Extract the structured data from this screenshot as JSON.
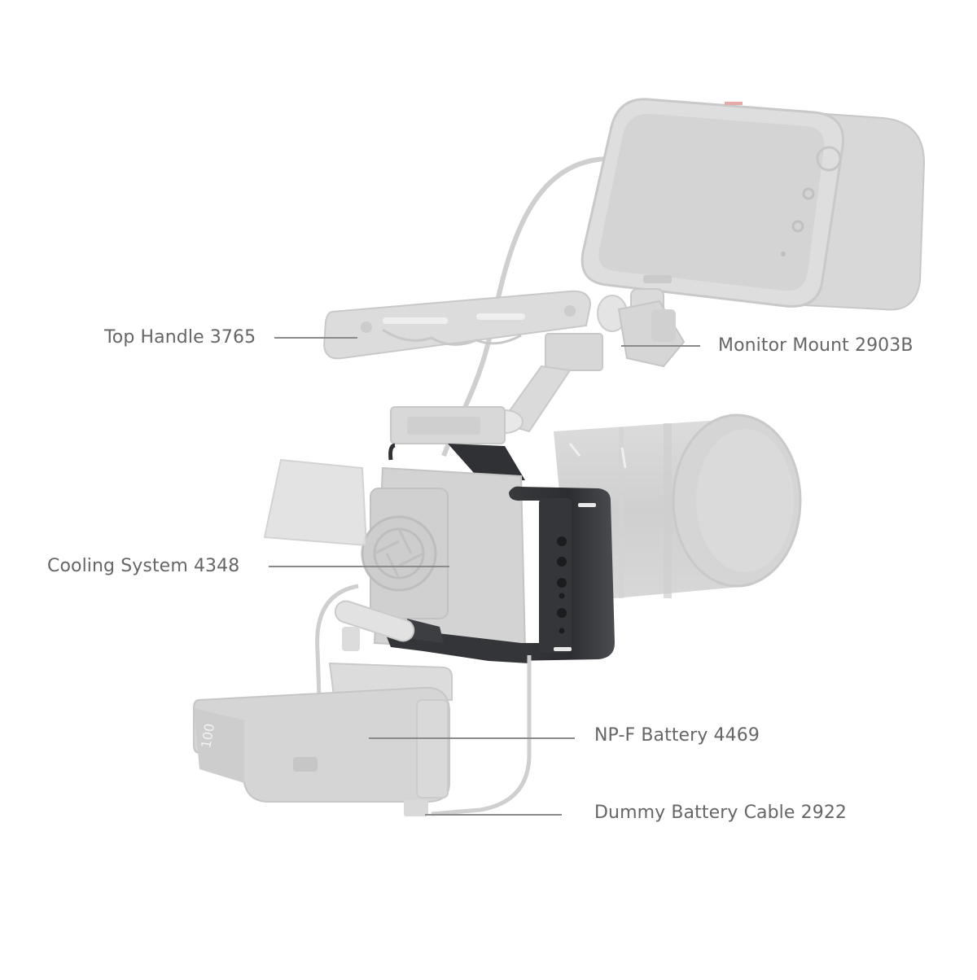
{
  "diagram": {
    "type": "product-accessory-callout",
    "subject": "Camera cage with accessories",
    "colors": {
      "background": "#ffffff",
      "label_text": "#666666",
      "leader_line": "#8a8a8a",
      "ghost_part": "#d9d9d9",
      "ghost_edge": "#c4c4c4",
      "cage": "#2e3033",
      "monitor_accent": "#e05050"
    },
    "callouts": [
      {
        "id": "top-handle",
        "label": "Top Handle 3765",
        "side": "left"
      },
      {
        "id": "monitor-mount",
        "label": "Monitor Mount 2903B",
        "side": "right"
      },
      {
        "id": "cooling-system",
        "label": "Cooling System 4348",
        "side": "left"
      },
      {
        "id": "np-f-battery",
        "label": "NP-F Battery 4469",
        "side": "right"
      },
      {
        "id": "dummy-battery-cable",
        "label": "Dummy Battery Cable 2922",
        "side": "right"
      }
    ],
    "battery_display": "100"
  }
}
